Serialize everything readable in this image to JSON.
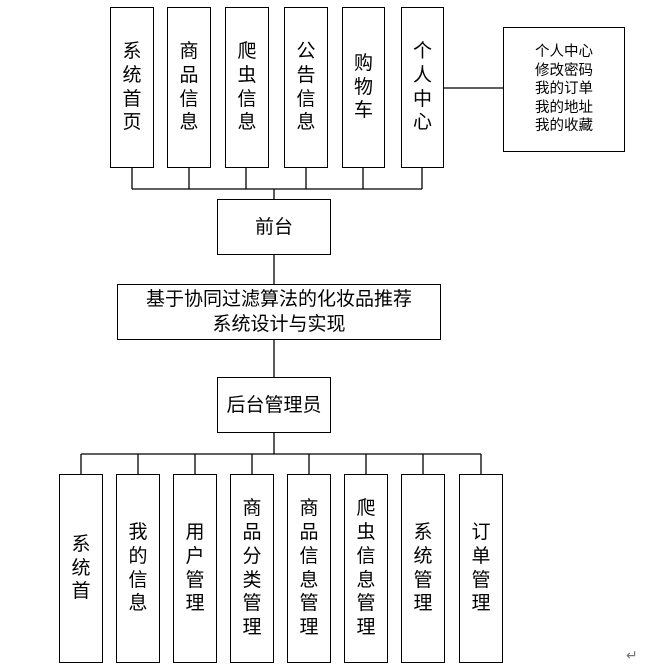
{
  "frontend_pages": [
    {
      "label": "系统首页"
    },
    {
      "label": "商品信息"
    },
    {
      "label": "爬虫信息"
    },
    {
      "label": "公告信息"
    },
    {
      "label": "购物车"
    },
    {
      "label": "个人中心"
    }
  ],
  "personal_center_items": [
    "个人中心",
    "修改密码",
    "我的订单",
    "我的地址",
    "我的收藏"
  ],
  "frontend_label": "前台",
  "system_title_lines": [
    "基于协同过滤算法的化妆品推荐",
    "系统设计与实现"
  ],
  "admin_label": "后台管理员",
  "admin_modules": [
    {
      "label": "系统首"
    },
    {
      "label": "我的信息"
    },
    {
      "label": "用户管理"
    },
    {
      "label": "商品分类管理"
    },
    {
      "label": "商品信息管理"
    },
    {
      "label": "爬虫信息管理"
    },
    {
      "label": "系统管理"
    },
    {
      "label": "订单管理"
    }
  ],
  "return_mark": "↵"
}
